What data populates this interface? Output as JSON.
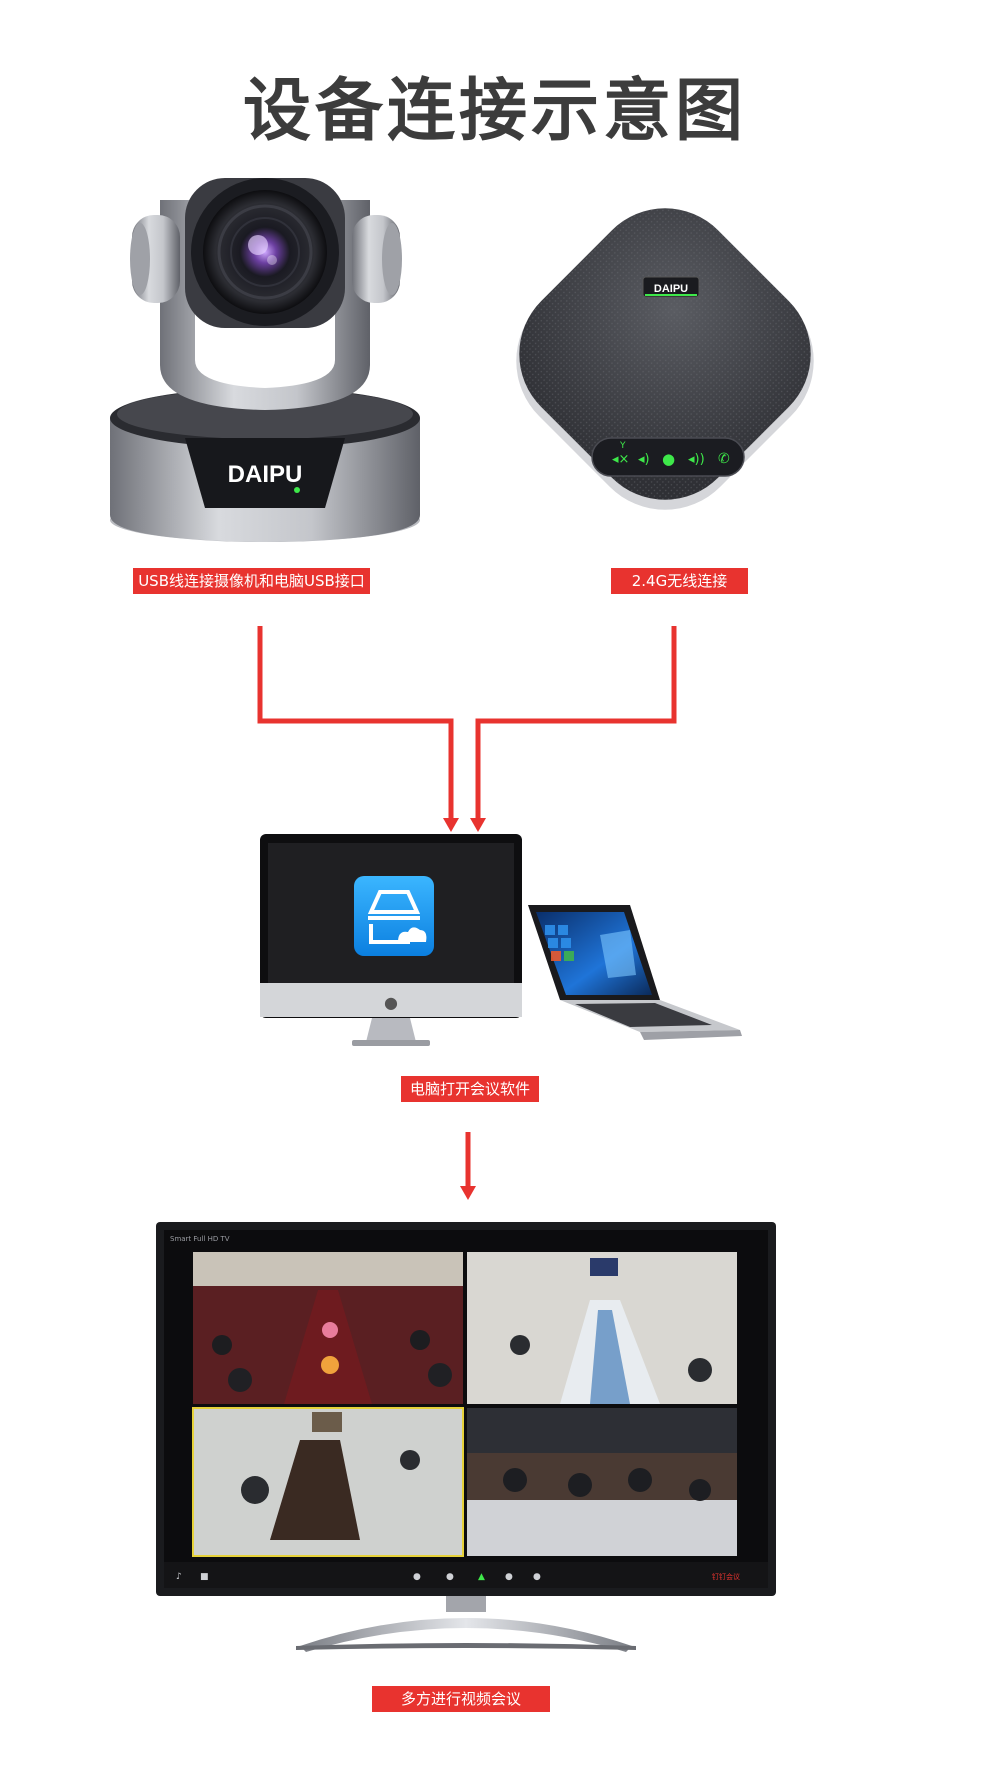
{
  "page": {
    "title": "设备连接示意图"
  },
  "devices": {
    "camera_brand": "DAIPU",
    "speaker_brand": "DAIPU",
    "tv_brand": "Smart Full HD TV",
    "software_brand": "钉钉会议"
  },
  "labels": {
    "camera_usb": "USB线连接摄像机和电脑USB接口",
    "wireless": "2.4G无线连接",
    "open_software": "电脑打开会议软件",
    "video_meeting": "多方进行视频会议"
  },
  "colors": {
    "accent_red": "#e8332f",
    "title_gray": "#3c3c3c",
    "speaker_green": "#3ee84a"
  }
}
